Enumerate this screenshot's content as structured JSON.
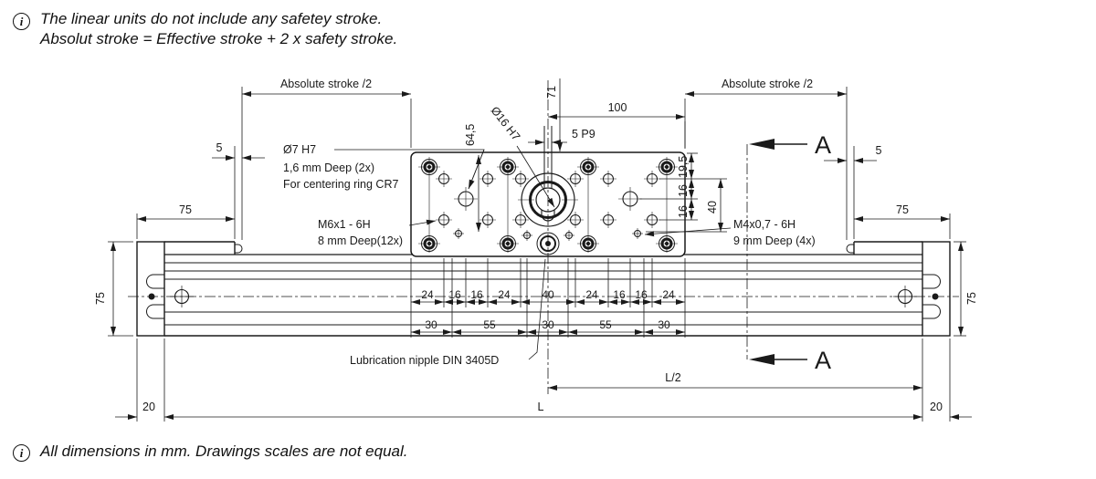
{
  "notes": {
    "info_symbol": "i",
    "top_line1": "The linear units do not include any safetey stroke.",
    "top_line2": "Absolut stroke = Effective stroke + 2 x safety stroke.",
    "bottom": "All dimensions in mm. Drawings scales are not equal."
  },
  "labels": {
    "abs_stroke_left": "Absolute stroke /2",
    "abs_stroke_right": "Absolute stroke /2",
    "dim_71": "71",
    "dim_64_5": "64,5",
    "dim_100": "100",
    "dim_5p9": "5 P9",
    "dia16": "Ø16 H7",
    "dia7_line1": "Ø7 H7",
    "dia7_line2": "1,6 mm  Deep (2x)",
    "dia7_line3": "For centering ring CR7",
    "m6_line1": "M6x1 - 6H",
    "m6_line2": "8 mm  Deep(12x)",
    "m4_line1": "M4x0,7 - 6H",
    "m4_line2": "9 mm Deep (4x)",
    "dim_5_left": "5",
    "dim_5_right": "5",
    "dim_75_top_left": "75",
    "dim_75_top_right": "75",
    "dim_75_side_left": "75",
    "dim_75_side_right": "75",
    "dim_19_5": "19,5",
    "dim_16_a": "16",
    "dim_16_b": "16",
    "dim_40": "40",
    "dim_20_left": "20",
    "dim_20_right": "20",
    "dim_L": "L",
    "dim_L2": "L/2",
    "section_a_top": "A",
    "section_a_bottom": "A",
    "lube": "Lubrication nipple DIN 3405D"
  },
  "chain_row1": [
    "24",
    "16",
    "16",
    "24",
    "40",
    "24",
    "16",
    "16",
    "24"
  ],
  "chain_row2": [
    "30",
    "55",
    "30",
    "55",
    "30"
  ],
  "colors": {
    "line": "#1a1a1a",
    "bg": "#ffffff"
  }
}
